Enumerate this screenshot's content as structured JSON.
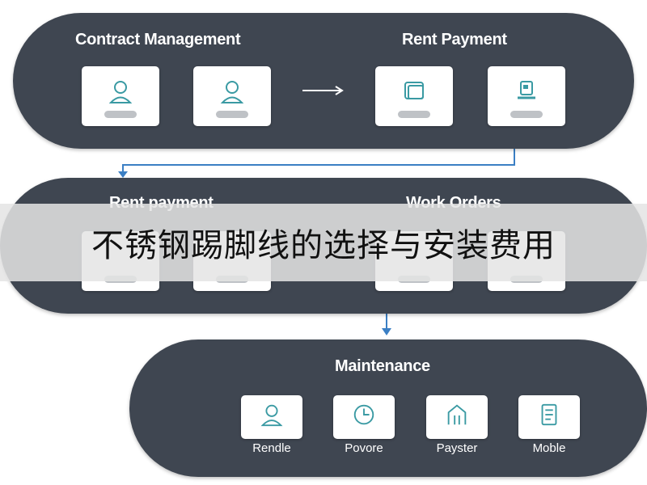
{
  "top_section": {
    "left_title": "Contract Management",
    "right_title": "Rent Payment",
    "cards": [
      {
        "icon": "user-icon"
      },
      {
        "icon": "user-icon"
      },
      {
        "icon": "document-icon"
      },
      {
        "icon": "printer-icon"
      }
    ]
  },
  "middle_section": {
    "left_title": "Rent payment",
    "right_title": "Work Orders"
  },
  "overlay_caption": "不锈钢踢脚线的选择与安装费用",
  "bottom_section": {
    "title": "Maintenance",
    "items": [
      {
        "label": "Rendle",
        "icon": "user-icon"
      },
      {
        "label": "Povore",
        "icon": "clock-icon"
      },
      {
        "label": "Payster",
        "icon": "house-icon"
      },
      {
        "label": "Moble",
        "icon": "checklist-icon"
      }
    ]
  },
  "colors": {
    "panel": "#3f4651",
    "icon": "#3a9aa3",
    "connector": "#3b7fc4"
  }
}
